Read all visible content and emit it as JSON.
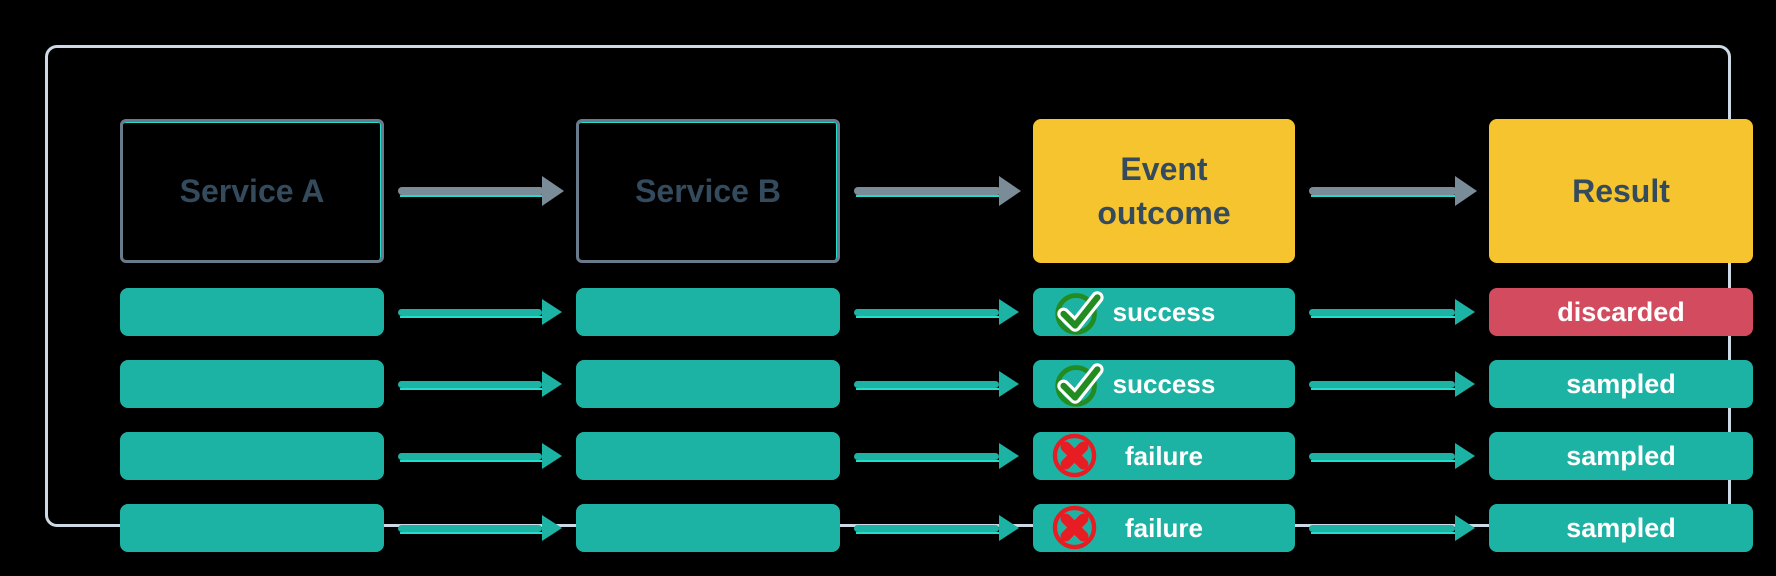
{
  "colors": {
    "canvas-bg": "#000000",
    "frame-border": "#cdd9e4",
    "teal": "#1db3a4",
    "cyan": "#23dccb",
    "yellow": "#f5c42f",
    "red-pill": "#d34b5e",
    "arrow-gray": "#7b8c99",
    "box-border": "#697b8b",
    "slate-text": "#344a5d",
    "white-text": "#ffffff",
    "icon-green": "#228b22",
    "icon-red": "#e81c23"
  },
  "header": {
    "service_a": "Service A",
    "service_b": "Service B",
    "event_outcome": "Event outcome",
    "result": "Result"
  },
  "rows": [
    {
      "outcome_icon": "check-circle-icon",
      "outcome_label": "success",
      "result_label": "discarded"
    },
    {
      "outcome_icon": "check-circle-icon",
      "outcome_label": "success",
      "result_label": "sampled"
    },
    {
      "outcome_icon": "x-circle-icon",
      "outcome_label": "failure",
      "result_label": "sampled"
    },
    {
      "outcome_icon": "x-circle-icon",
      "outcome_label": "failure",
      "result_label": "sampled"
    }
  ]
}
